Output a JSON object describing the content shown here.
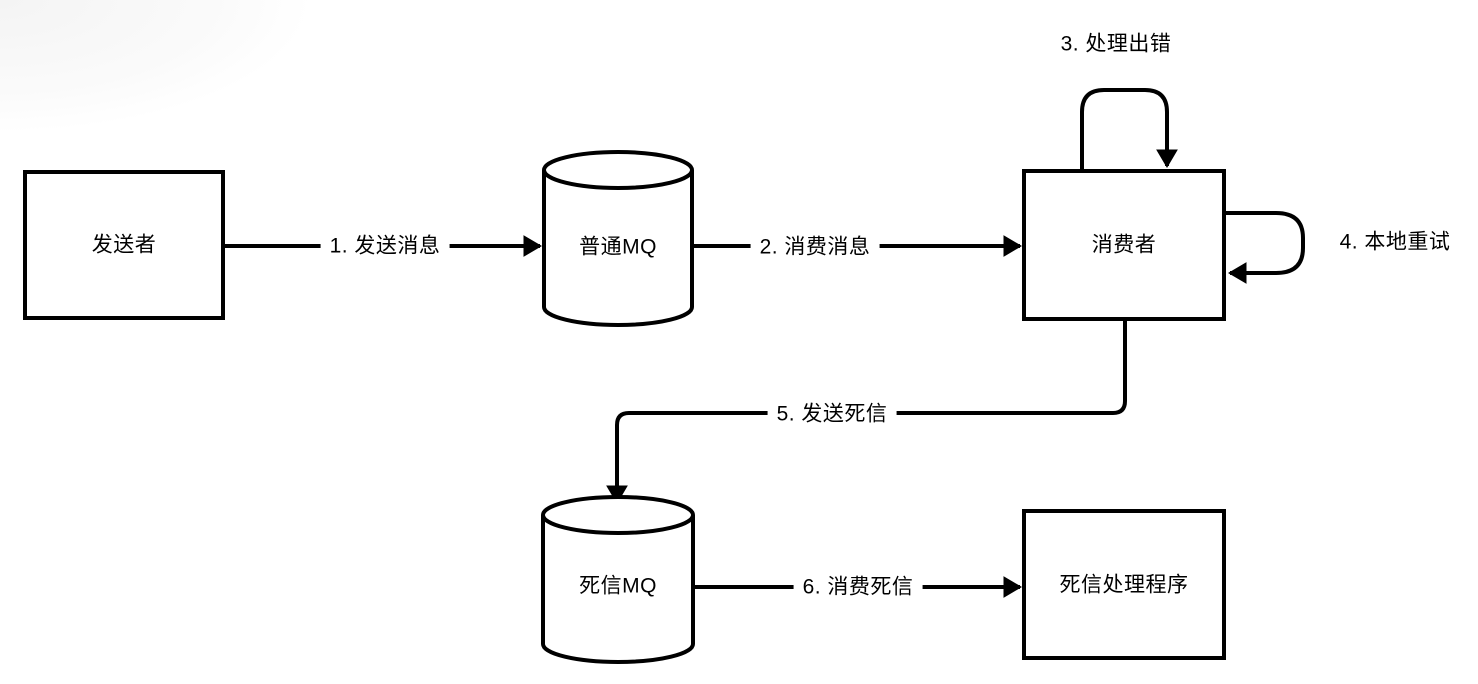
{
  "diagram": {
    "title": "dead-letter-queue-flow",
    "background_color": "#ffffff",
    "stroke_color": "#000000",
    "corner_texture_color": "#ebebeb"
  },
  "nodes": {
    "sender": {
      "label": "发送者",
      "shape": "rectangle"
    },
    "normal_mq": {
      "label": "普通MQ",
      "shape": "cylinder"
    },
    "consumer": {
      "label": "消费者",
      "shape": "rectangle"
    },
    "dead_letter_mq": {
      "label": "死信MQ",
      "shape": "cylinder"
    },
    "dead_letter_handler": {
      "label": "死信处理程序",
      "shape": "rectangle"
    }
  },
  "edges": {
    "send_message": {
      "label": "1. 发送消息",
      "from": "sender",
      "to": "normal_mq",
      "type": "straight"
    },
    "consume_message": {
      "label": "2. 消费消息",
      "from": "normal_mq",
      "to": "consumer",
      "type": "straight"
    },
    "processing_error": {
      "label": "3. 处理出错",
      "from": "consumer",
      "to": "consumer",
      "type": "self-loop-top"
    },
    "local_retry": {
      "label": "4. 本地重试",
      "from": "consumer",
      "to": "consumer",
      "type": "self-loop-right"
    },
    "send_dead_letter": {
      "label": "5. 发送死信",
      "from": "consumer",
      "to": "dead_letter_mq",
      "type": "elbow"
    },
    "consume_dead_letter": {
      "label": "6. 消费死信",
      "from": "dead_letter_mq",
      "to": "dead_letter_handler",
      "type": "straight"
    }
  }
}
